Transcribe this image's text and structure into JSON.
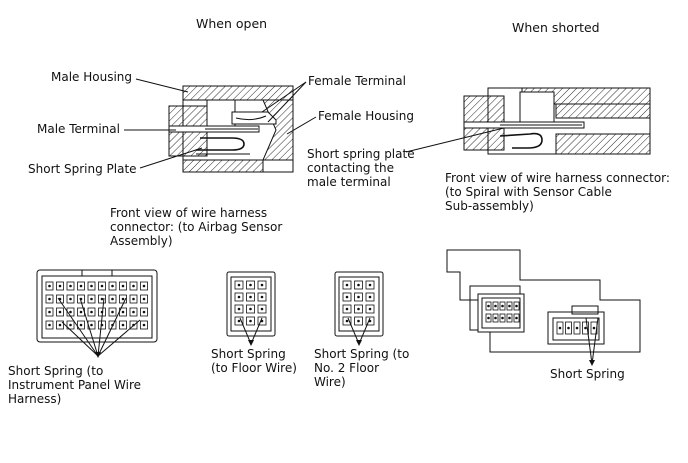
{
  "diagram": {
    "titles": {
      "when_open": "When open",
      "when_shorted": "When shorted"
    },
    "open_labels": {
      "male_housing": "Male Housing",
      "male_terminal": "Male Terminal",
      "short_spring_plate": "Short Spring Plate",
      "female_terminal": "Female Terminal",
      "female_housing": "Female Housing"
    },
    "shorted_labels": {
      "contact_note": "Short spring plate\ncontacting the\nmale terminal"
    },
    "airbag_connector": {
      "caption": "Front view of wire harness\nconnector: (to Airbag Sensor\nAssembly)",
      "label_instrument": "Short Spring (to\nInstrument Panel Wire\nHarness)",
      "label_floor": "Short Spring\n(to Floor Wire)",
      "label_floor2": "Short Spring (to\nNo. 2 Floor\nWire)"
    },
    "spiral_connector": {
      "caption": "Front view of wire harness connector:\n(to Spiral with Sensor Cable\nSub-assembly)",
      "label": "Short Spring"
    },
    "colors": {
      "ink": "#111111",
      "hatch": "#111111",
      "paper": "#ffffff"
    }
  }
}
